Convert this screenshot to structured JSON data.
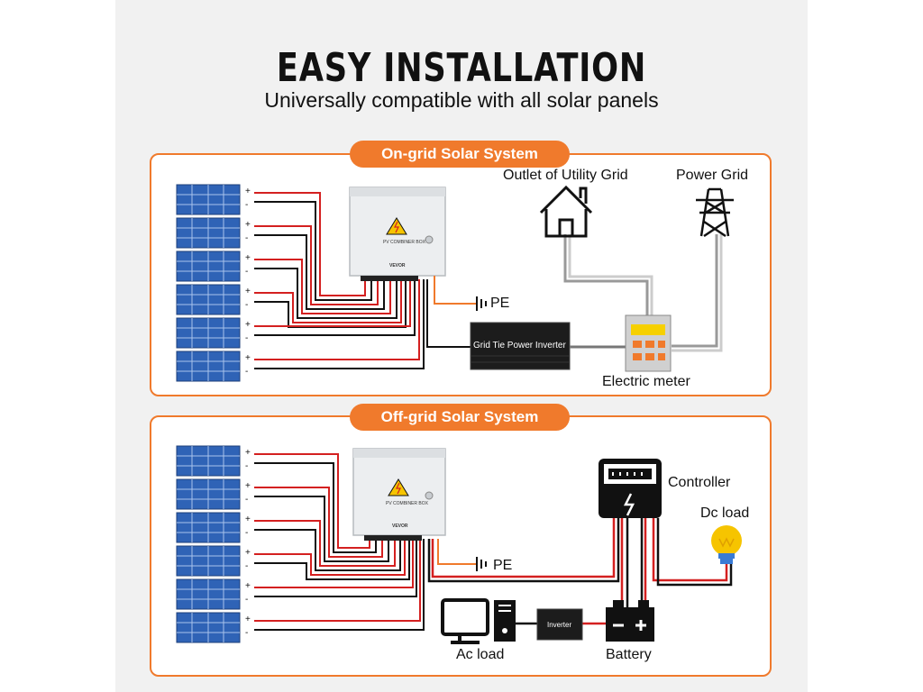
{
  "title": "EASY INSTALLATION",
  "subtitle": "Universally compatible with all solar panels",
  "on_grid": {
    "heading": "On-grid Solar System",
    "outlet_label": "Outlet of Utility Grid",
    "grid_label": "Power Grid",
    "pe_label": "PE",
    "inverter_label": "Grid Tie Power Inverter",
    "meter_label": "Electric meter"
  },
  "off_grid": {
    "heading": "Off-grid Solar System",
    "controller_label": "Controller",
    "dc_load_label": "Dc load",
    "pe_label": "PE",
    "inverter_label": "Inverter",
    "ac_load_label": "Ac load",
    "battery_label": "Battery"
  },
  "polarity": {
    "plus": "+",
    "minus": "-"
  },
  "box_label": "PV COMBINER BOX",
  "brand": "VEVOR",
  "colors": {
    "accent": "#f07a2c",
    "panel": "#2f63b6",
    "wire_red": "#d42020",
    "wire_black": "#111111"
  }
}
